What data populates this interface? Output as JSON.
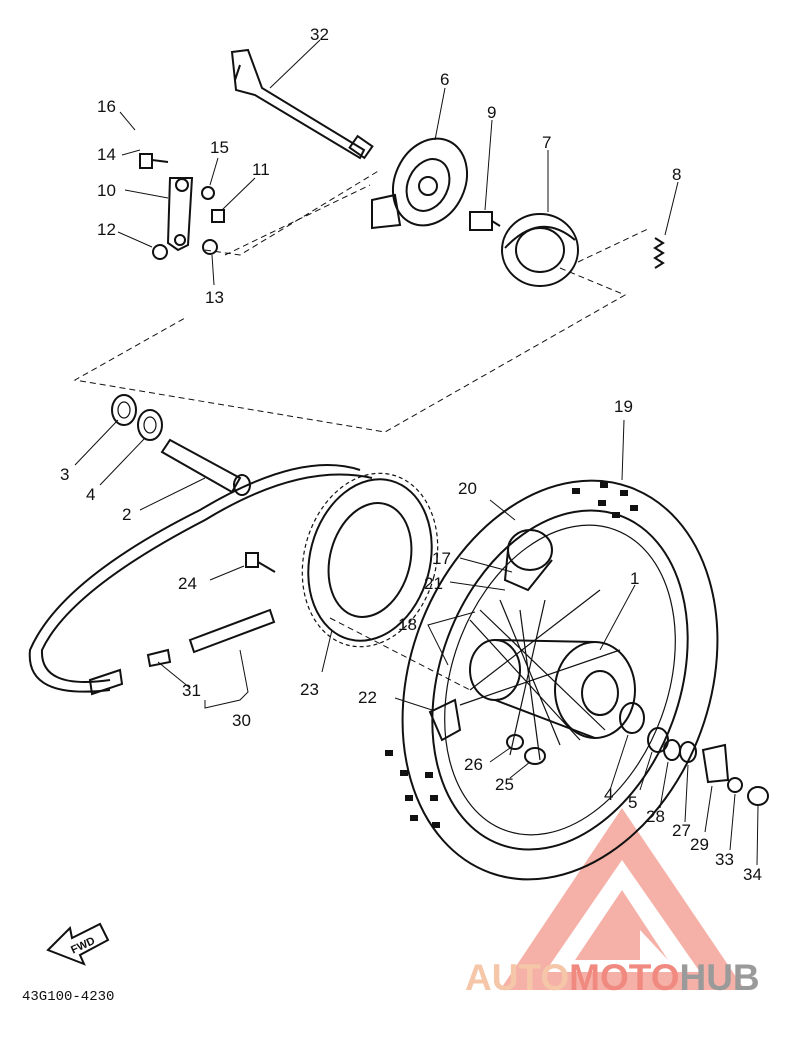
{
  "diagram": {
    "part_code": "43G100-4230",
    "fwd_label": "FWD",
    "callouts": {
      "c1": "1",
      "c2": "2",
      "c3": "3",
      "c4a": "4",
      "c4b": "4",
      "c5": "5",
      "c6": "6",
      "c7": "7",
      "c8": "8",
      "c9": "9",
      "c10": "10",
      "c11": "11",
      "c12": "12",
      "c13": "13",
      "c14": "14",
      "c15": "15",
      "c16": "16",
      "c17": "17",
      "c18": "18",
      "c19": "19",
      "c20": "20",
      "c21": "21",
      "c22": "22",
      "c23": "23",
      "c24": "24",
      "c25": "25",
      "c26": "26",
      "c27": "27",
      "c28": "28",
      "c29": "29",
      "c30": "30",
      "c31": "31",
      "c32": "32",
      "c33": "33",
      "c34": "34"
    }
  },
  "watermark": {
    "part1": "AUTO",
    "part2": "MOTO",
    "part3": "HUB",
    "color_light": "#f5c6a8",
    "color_red": "#f08a80",
    "color_gray": "#9a9a9a"
  }
}
